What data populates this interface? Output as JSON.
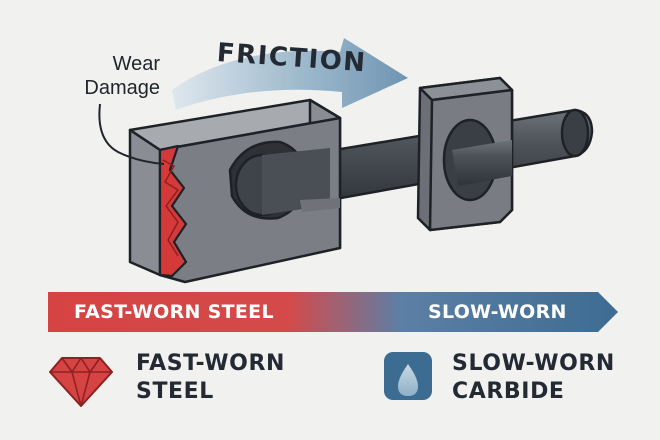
{
  "friction_label": "FRICTION",
  "callout": {
    "line1": "Wear",
    "line2": "Damage"
  },
  "gradient_bar": {
    "left_label": "FAST-WORN STEEL",
    "right_label": "SLOW-WORN",
    "left_color": "#d64343",
    "right_color": "#3d6c92"
  },
  "legend": [
    {
      "icon": "gem-icon",
      "line1": "FAST-WORN",
      "line2": "STEEL",
      "color": "#d64343"
    },
    {
      "icon": "water-drop-icon",
      "line1": "SLOW-WORN",
      "line2": "CARBIDE",
      "color": "#3d6c92"
    }
  ],
  "colors": {
    "background": "#f1f1ef",
    "steel_block": "#7b7f85",
    "wear_damage": "#d43a3a",
    "arrow": "#88a8bf"
  }
}
